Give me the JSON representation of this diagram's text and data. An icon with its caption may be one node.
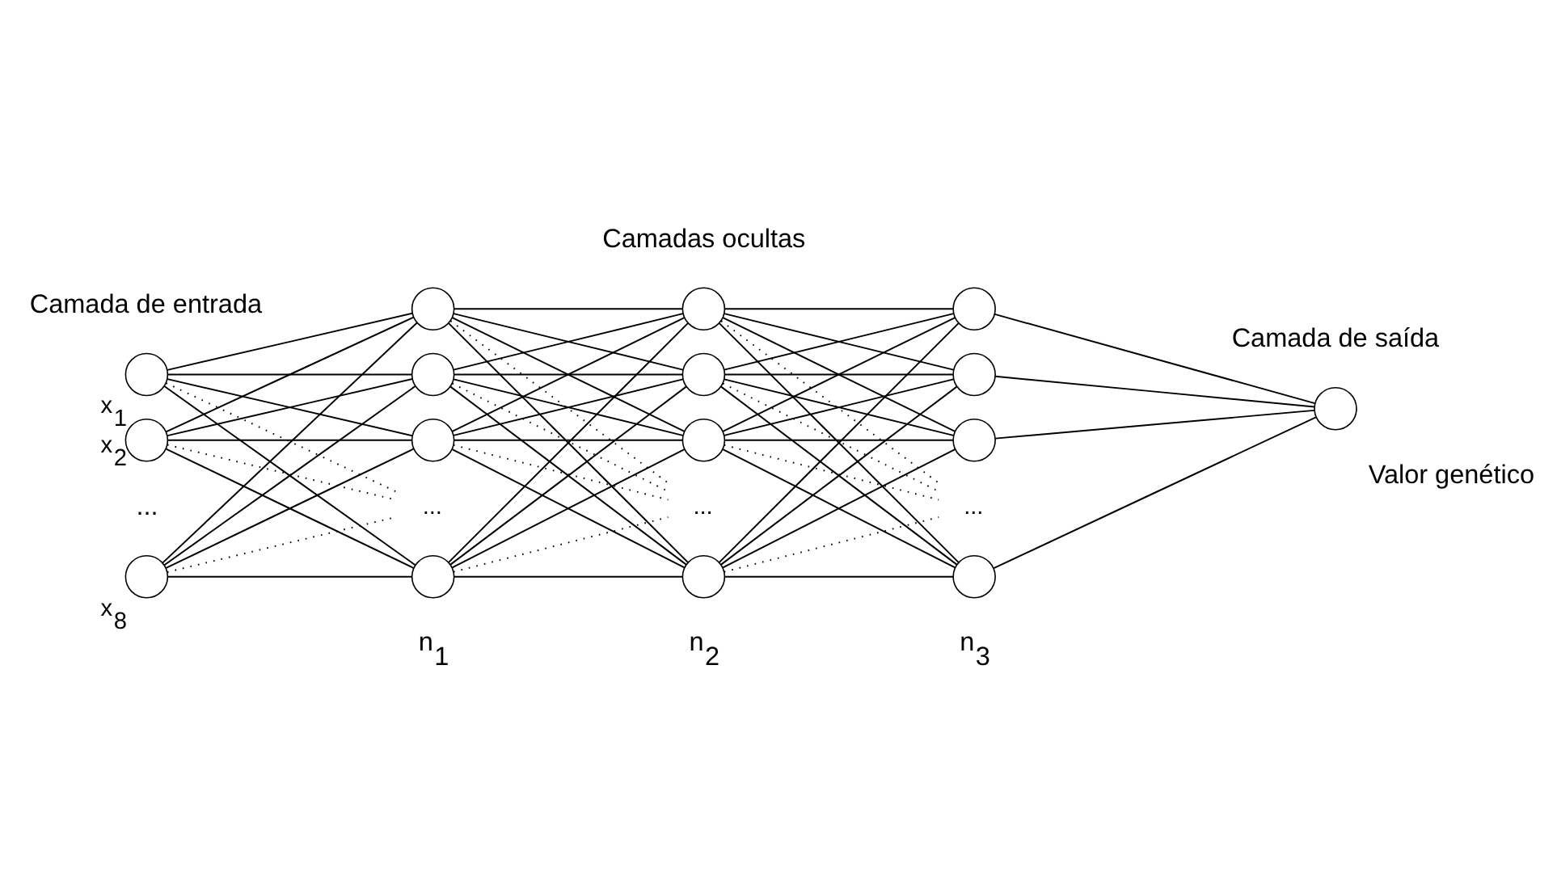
{
  "diagram": {
    "nodes": [
      {
        "text": [],
        "shape": "circle",
        "beside": [
          "x$_{1}$"
        ]
      },
      {
        "text": [],
        "shape": "circle",
        "beside": [
          "x$_{2}$"
        ]
      },
      {
        "text": [],
        "shape": "circle",
        "beside": [
          "x$_{8}$"
        ]
      },
      {
        "text": [],
        "shape": "circle"
      },
      {
        "text": [],
        "shape": "circle"
      },
      {
        "text": [],
        "shape": "circle"
      },
      {
        "text": [
          "..."
        ]
      },
      {
        "text": [],
        "shape": "circle"
      },
      {
        "text": [],
        "shape": "circle"
      },
      {
        "text": [],
        "shape": "circle"
      },
      {
        "text": [],
        "shape": "circle"
      },
      {
        "text": [
          "..."
        ]
      },
      {
        "text": [],
        "shape": "circle"
      },
      {
        "text": [],
        "shape": "circle"
      },
      {
        "text": [],
        "shape": "circle"
      },
      {
        "text": [],
        "shape": "circle"
      },
      {
        "text": [
          "..."
        ]
      },
      {
        "text": [],
        "shape": "circle"
      },
      {
        "text": [],
        "shape": "circle",
        "beside": [
          "Valor genético"
        ]
      }
    ],
    "edges": [
      {
        "from": 0,
        "to": 3,
        "arrow": "none"
      },
      {
        "from": 0,
        "to": 4,
        "arrow": "none"
      },
      {
        "from": 0,
        "to": 5,
        "arrow": "none"
      },
      {
        "from": 0,
        "to": 6,
        "arrow": "none",
        "style": "dashed"
      },
      {
        "from": 0,
        "to": 7,
        "arrow": "none"
      },
      {
        "from": 1,
        "to": 3,
        "arrow": "none"
      },
      {
        "from": 1,
        "to": 4,
        "arrow": "none"
      },
      {
        "from": 1,
        "to": 5,
        "arrow": "none"
      },
      {
        "from": 1,
        "to": 6,
        "arrow": "none",
        "style": "dashed"
      },
      {
        "from": 1,
        "to": 7,
        "arrow": "none"
      },
      {
        "from": 2,
        "to": 3,
        "arrow": "none"
      },
      {
        "from": 2,
        "to": 4,
        "arrow": "none"
      },
      {
        "from": 2,
        "to": 5,
        "arrow": "none"
      },
      {
        "from": 2,
        "to": 6,
        "arrow": "none",
        "style": "dashed"
      },
      {
        "from": 2,
        "to": 7,
        "arrow": "none"
      },
      {
        "from": 3,
        "to": 8,
        "arrow": "none"
      },
      {
        "from": 3,
        "to": 9,
        "arrow": "none"
      },
      {
        "from": 3,
        "to": 10,
        "arrow": "none"
      },
      {
        "from": 3,
        "to": 11,
        "arrow": "none",
        "style": "dashed"
      },
      {
        "from": 3,
        "to": 12,
        "arrow": "none"
      },
      {
        "from": 4,
        "to": 8,
        "arrow": "none"
      },
      {
        "from": 4,
        "to": 9,
        "arrow": "none"
      },
      {
        "from": 4,
        "to": 10,
        "arrow": "none"
      },
      {
        "from": 4,
        "to": 11,
        "arrow": "none",
        "style": "dashed"
      },
      {
        "from": 4,
        "to": 12,
        "arrow": "none"
      },
      {
        "from": 5,
        "to": 8,
        "arrow": "none"
      },
      {
        "from": 5,
        "to": 9,
        "arrow": "none"
      },
      {
        "from": 5,
        "to": 10,
        "arrow": "none"
      },
      {
        "from": 5,
        "to": 11,
        "arrow": "none",
        "style": "dashed"
      },
      {
        "from": 5,
        "to": 12,
        "arrow": "none"
      },
      {
        "from": 7,
        "to": 8,
        "arrow": "none"
      },
      {
        "from": 7,
        "to": 9,
        "arrow": "none"
      },
      {
        "from": 7,
        "to": 10,
        "arrow": "none"
      },
      {
        "from": 7,
        "to": 11,
        "arrow": "none",
        "style": "dashed"
      },
      {
        "from": 7,
        "to": 12,
        "arrow": "none"
      },
      {
        "from": 8,
        "to": 13,
        "arrow": "none"
      },
      {
        "from": 8,
        "to": 14,
        "arrow": "none"
      },
      {
        "from": 8,
        "to": 15,
        "arrow": "none"
      },
      {
        "from": 8,
        "to": 16,
        "arrow": "none",
        "style": "dashed"
      },
      {
        "from": 8,
        "to": 17,
        "arrow": "none"
      },
      {
        "from": 9,
        "to": 13,
        "arrow": "none"
      },
      {
        "from": 9,
        "to": 14,
        "arrow": "none"
      },
      {
        "from": 9,
        "to": 15,
        "arrow": "none"
      },
      {
        "from": 9,
        "to": 16,
        "arrow": "none",
        "style": "dashed"
      },
      {
        "from": 9,
        "to": 17,
        "arrow": "none"
      },
      {
        "from": 10,
        "to": 13,
        "arrow": "none"
      },
      {
        "from": 10,
        "to": 14,
        "arrow": "none"
      },
      {
        "from": 10,
        "to": 15,
        "arrow": "none"
      },
      {
        "from": 10,
        "to": 16,
        "arrow": "none",
        "style": "dashed"
      },
      {
        "from": 10,
        "to": 17,
        "arrow": "none"
      },
      {
        "from": 12,
        "to": 13,
        "arrow": "none"
      },
      {
        "from": 12,
        "to": 14,
        "arrow": "none"
      },
      {
        "from": 12,
        "to": 15,
        "arrow": "none"
      },
      {
        "from": 12,
        "to": 16,
        "arrow": "none",
        "style": "dashed"
      },
      {
        "from": 12,
        "to": 17,
        "arrow": "none"
      },
      {
        "from": 13,
        "to": 18,
        "arrow": "none"
      },
      {
        "from": 14,
        "to": 18,
        "arrow": "none"
      },
      {
        "from": 15,
        "to": 18,
        "arrow": "none"
      },
      {
        "from": 17,
        "to": 18,
        "arrow": "none"
      }
    ],
    "labels": [
      "Camada de entrada",
      "Camadas ocultas",
      "Camada de saída",
      "...",
      "n$_{1}$",
      "n$_{2}$",
      "n$_{3}$"
    ]
  }
}
